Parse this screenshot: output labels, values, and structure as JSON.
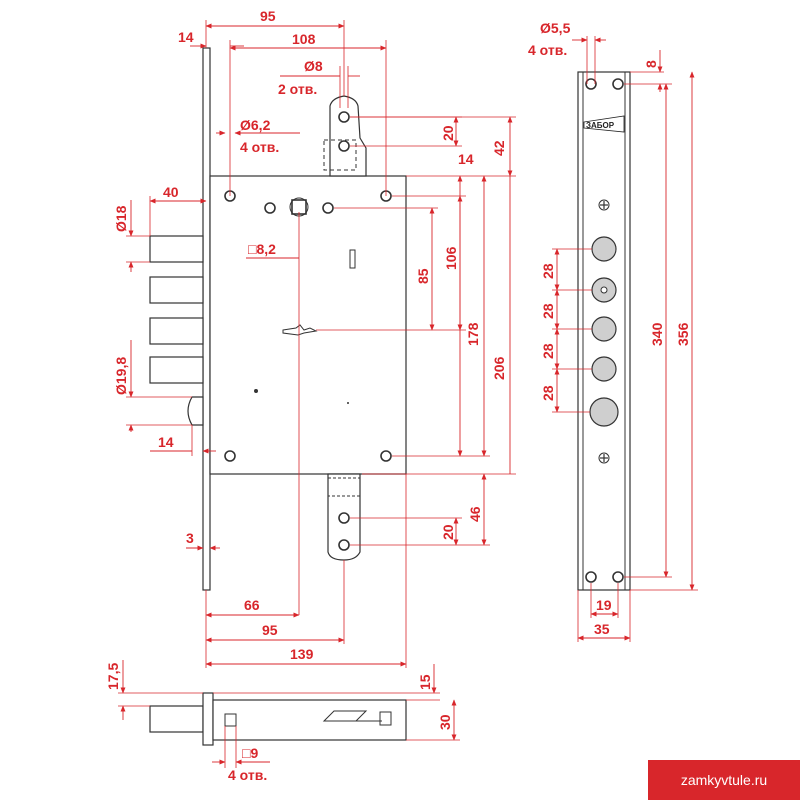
{
  "watermark": "zamkyvtule.ru",
  "brand_logo": "ЗАБОР",
  "colors": {
    "dimension": "#d8262b",
    "outline": "#333333",
    "watermark_bg": "#d8262b"
  },
  "labels": {
    "d95_top": "95",
    "d14_top": "14",
    "d108": "108",
    "phi8": "Ø8",
    "holes2": "2 отв.",
    "phi6_2": "Ø6,2",
    "holes4_a": "4 отв.",
    "d20_top": "20",
    "d14_right": "14",
    "d42": "42",
    "d40": "40",
    "phi18": "Ø18",
    "sq8_2": "□8,2",
    "d85": "85",
    "d106": "106",
    "d178": "178",
    "d206": "206",
    "phi19_8": "Ø19,8",
    "d14_left": "14",
    "d20_bottom": "20",
    "d46": "46",
    "d3": "3",
    "d66": "66",
    "d95_bottom": "95",
    "d139": "139",
    "d17_5": "17,5",
    "d15": "15",
    "d30": "30",
    "sq9": "□9",
    "holes4_b": "4 отв.",
    "phi5_5": "Ø5,5",
    "holes4_c": "4 отв.",
    "d8": "8",
    "d28_1": "28",
    "d28_2": "28",
    "d28_3": "28",
    "d28_4": "28",
    "d340": "340",
    "d356": "356",
    "d19": "19",
    "d35": "35"
  }
}
